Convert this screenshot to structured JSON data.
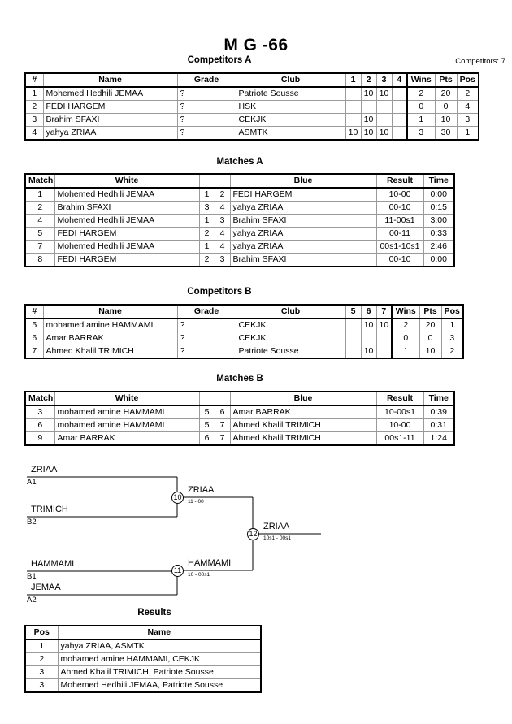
{
  "title": "M G -66",
  "competitors_label": "Competitors: 7",
  "sections": {
    "competitors_a": "Competitors A",
    "matches_a": "Matches A",
    "competitors_b": "Competitors B",
    "matches_b": "Matches B",
    "results": "Results"
  },
  "pool_a": {
    "headers": [
      "#",
      "Name",
      "Grade",
      "Club",
      "1",
      "2",
      "3",
      "4",
      "Wins",
      "Pts",
      "Pos"
    ],
    "rows": [
      {
        "num": "1",
        "name": "Mohemed Hedhili JEMAA",
        "grade": "?",
        "club": "Patriote Sousse",
        "m": [
          "",
          "10",
          "10",
          ""
        ],
        "wins": "2",
        "pts": "20",
        "pos": "2"
      },
      {
        "num": "2",
        "name": "FEDI HARGEM",
        "grade": "?",
        "club": "HSK",
        "m": [
          "",
          "",
          "",
          ""
        ],
        "wins": "0",
        "pts": "0",
        "pos": "4"
      },
      {
        "num": "3",
        "name": "Brahim SFAXI",
        "grade": "?",
        "club": "CEKJK",
        "m": [
          "",
          "10",
          "",
          ""
        ],
        "wins": "1",
        "pts": "10",
        "pos": "3"
      },
      {
        "num": "4",
        "name": "yahya ZRIAA",
        "grade": "?",
        "club": "ASMTK",
        "m": [
          "10",
          "10",
          "10",
          ""
        ],
        "wins": "3",
        "pts": "30",
        "pos": "1"
      }
    ]
  },
  "matches_a": {
    "headers": [
      "Match",
      "White",
      "",
      "",
      "Blue",
      "Result",
      "Time"
    ],
    "rows": [
      {
        "match": "1",
        "white": "Mohemed Hedhili JEMAA",
        "wn": "1",
        "bn": "2",
        "blue": "FEDI HARGEM",
        "result": "10-00",
        "time": "0:00"
      },
      {
        "match": "2",
        "white": "Brahim SFAXI",
        "wn": "3",
        "bn": "4",
        "blue": "yahya ZRIAA",
        "result": "00-10",
        "time": "0:15"
      },
      {
        "match": "4",
        "white": "Mohemed Hedhili JEMAA",
        "wn": "1",
        "bn": "3",
        "blue": "Brahim SFAXI",
        "result": "11-00s1",
        "time": "3:00"
      },
      {
        "match": "5",
        "white": "FEDI HARGEM",
        "wn": "2",
        "bn": "4",
        "blue": "yahya ZRIAA",
        "result": "00-11",
        "time": "0:33"
      },
      {
        "match": "7",
        "white": "Mohemed Hedhili JEMAA",
        "wn": "1",
        "bn": "4",
        "blue": "yahya ZRIAA",
        "result": "00s1-10s1",
        "time": "2:46"
      },
      {
        "match": "8",
        "white": "FEDI HARGEM",
        "wn": "2",
        "bn": "3",
        "blue": "Brahim SFAXI",
        "result": "00-10",
        "time": "0:00"
      }
    ]
  },
  "pool_b": {
    "headers": [
      "#",
      "Name",
      "Grade",
      "Club",
      "5",
      "6",
      "7",
      "Wins",
      "Pts",
      "Pos"
    ],
    "rows": [
      {
        "num": "5",
        "name": "mohamed amine HAMMAMI",
        "grade": "?",
        "club": "CEKJK",
        "m": [
          "",
          "10",
          "10"
        ],
        "wins": "2",
        "pts": "20",
        "pos": "1"
      },
      {
        "num": "6",
        "name": "Amar BARRAK",
        "grade": "?",
        "club": "CEKJK",
        "m": [
          "",
          "",
          ""
        ],
        "wins": "0",
        "pts": "0",
        "pos": "3"
      },
      {
        "num": "7",
        "name": "Ahmed Khalil TRIMICH",
        "grade": "?",
        "club": "Patriote Sousse",
        "m": [
          "",
          "10",
          ""
        ],
        "wins": "1",
        "pts": "10",
        "pos": "2"
      }
    ]
  },
  "matches_b": {
    "headers": [
      "Match",
      "White",
      "",
      "",
      "Blue",
      "Result",
      "Time"
    ],
    "rows": [
      {
        "match": "3",
        "white": "mohamed amine HAMMAMI",
        "wn": "5",
        "bn": "6",
        "blue": "Amar BARRAK",
        "result": "10-00s1",
        "time": "0:39"
      },
      {
        "match": "6",
        "white": "mohamed amine HAMMAMI",
        "wn": "5",
        "bn": "7",
        "blue": "Ahmed Khalil TRIMICH",
        "result": "10-00",
        "time": "0:31"
      },
      {
        "match": "9",
        "white": "Amar BARRAK",
        "wn": "6",
        "bn": "7",
        "blue": "Ahmed Khalil TRIMICH",
        "result": "00s1-11",
        "time": "1:24"
      }
    ]
  },
  "bracket": {
    "entries": [
      {
        "name": "ZRIAA",
        "seed": "A1"
      },
      {
        "name": "TRIMICH",
        "seed": "B2"
      },
      {
        "name": "HAMMAMI",
        "seed": "B1"
      },
      {
        "name": "JEMAA",
        "seed": "A2"
      }
    ],
    "semifinal_top": {
      "number": "10",
      "winner": "ZRIAA",
      "score": "11 - 00"
    },
    "semifinal_bottom": {
      "number": "11",
      "winner": "HAMMAMI",
      "score": "10 - 00s1"
    },
    "final": {
      "number": "12",
      "winner": "ZRIAA",
      "score": "10s1 - 00s1"
    }
  },
  "results": {
    "headers": [
      "Pos",
      "Name"
    ],
    "rows": [
      {
        "pos": "1",
        "name": "yahya ZRIAA, ASMTK"
      },
      {
        "pos": "2",
        "name": "mohamed amine HAMMAMI, CEKJK"
      },
      {
        "pos": "3",
        "name": "Ahmed Khalil TRIMICH, Patriote Sousse"
      },
      {
        "pos": "3",
        "name": "Mohemed Hedhili JEMAA, Patriote Sousse"
      }
    ]
  }
}
